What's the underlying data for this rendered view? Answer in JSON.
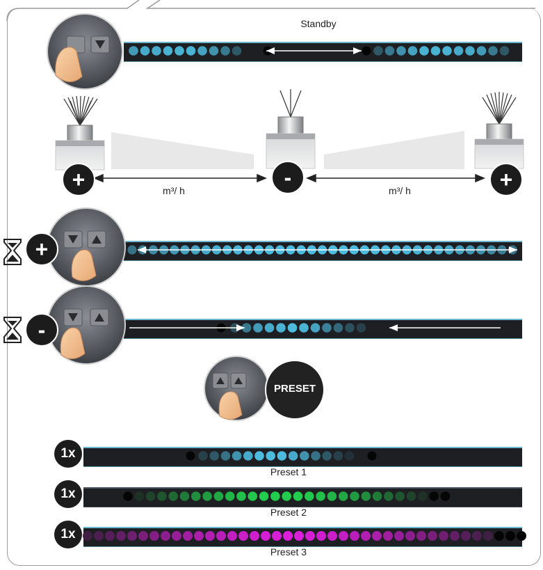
{
  "standby": {
    "label": "Standby"
  },
  "units": {
    "left": "m³/ h",
    "right": "m³/ h"
  },
  "preset_button": {
    "label": "PRESET"
  },
  "presets": [
    {
      "badge": "1x",
      "label": "Preset 1",
      "color": "#4fc3e8"
    },
    {
      "badge": "1x",
      "label": "Preset 2",
      "color": "#22d650"
    },
    {
      "badge": "1x",
      "label": "Preset 3",
      "color": "#e21ee0"
    }
  ],
  "symbols": {
    "plus": "+",
    "minus": "-"
  },
  "colors": {
    "led_blue": "#4fc3e8",
    "led_green": "#22d650",
    "led_magenta": "#e21ee0",
    "strip": "#1e1f22",
    "badge": "#1c1c1c"
  },
  "icons": [
    "finger-press-icon",
    "hourglass-icon",
    "arrow-up-button-icon",
    "arrow-down-button-icon"
  ]
}
